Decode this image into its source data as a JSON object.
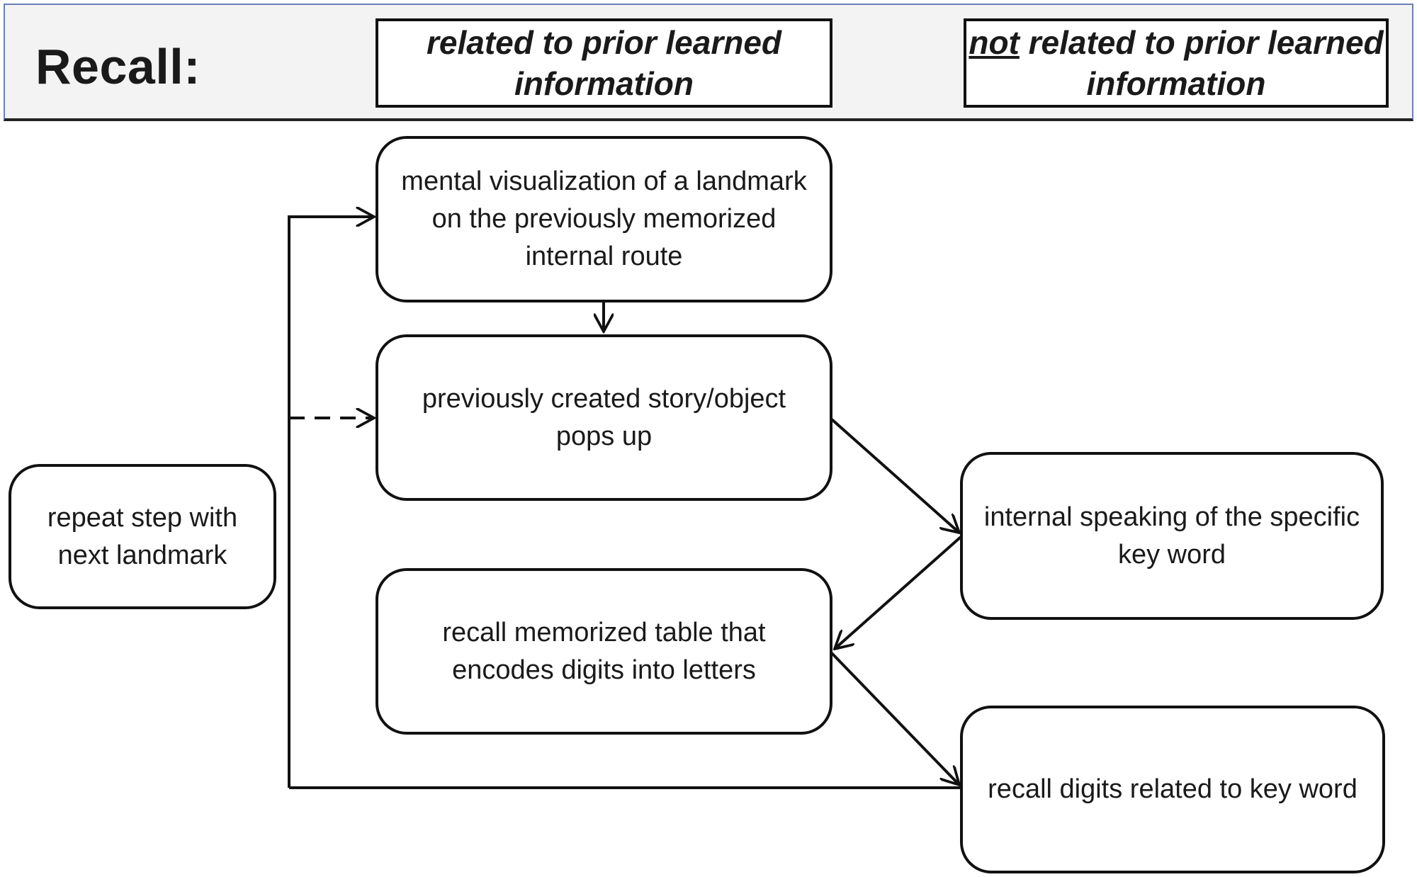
{
  "header": {
    "title": "Recall:",
    "column_related": "related to prior learned information",
    "column_not_related_emphasis": "not",
    "column_not_related_rest": " related to prior learned information"
  },
  "nodes": {
    "visualize_landmark": "mental visualization of a landmark on the previously memorized internal route",
    "story_pops_up": "previously created story/object pops up",
    "recall_table": "recall memorized  table that encodes digits into letters",
    "repeat_step": "repeat step with next landmark",
    "internal_speaking": "internal speaking of the specific key word",
    "recall_digits": "recall digits related to key word"
  },
  "colors": {
    "header_background": "#f3f3f3",
    "header_border": "#6c7fb5",
    "line": "#111111"
  }
}
